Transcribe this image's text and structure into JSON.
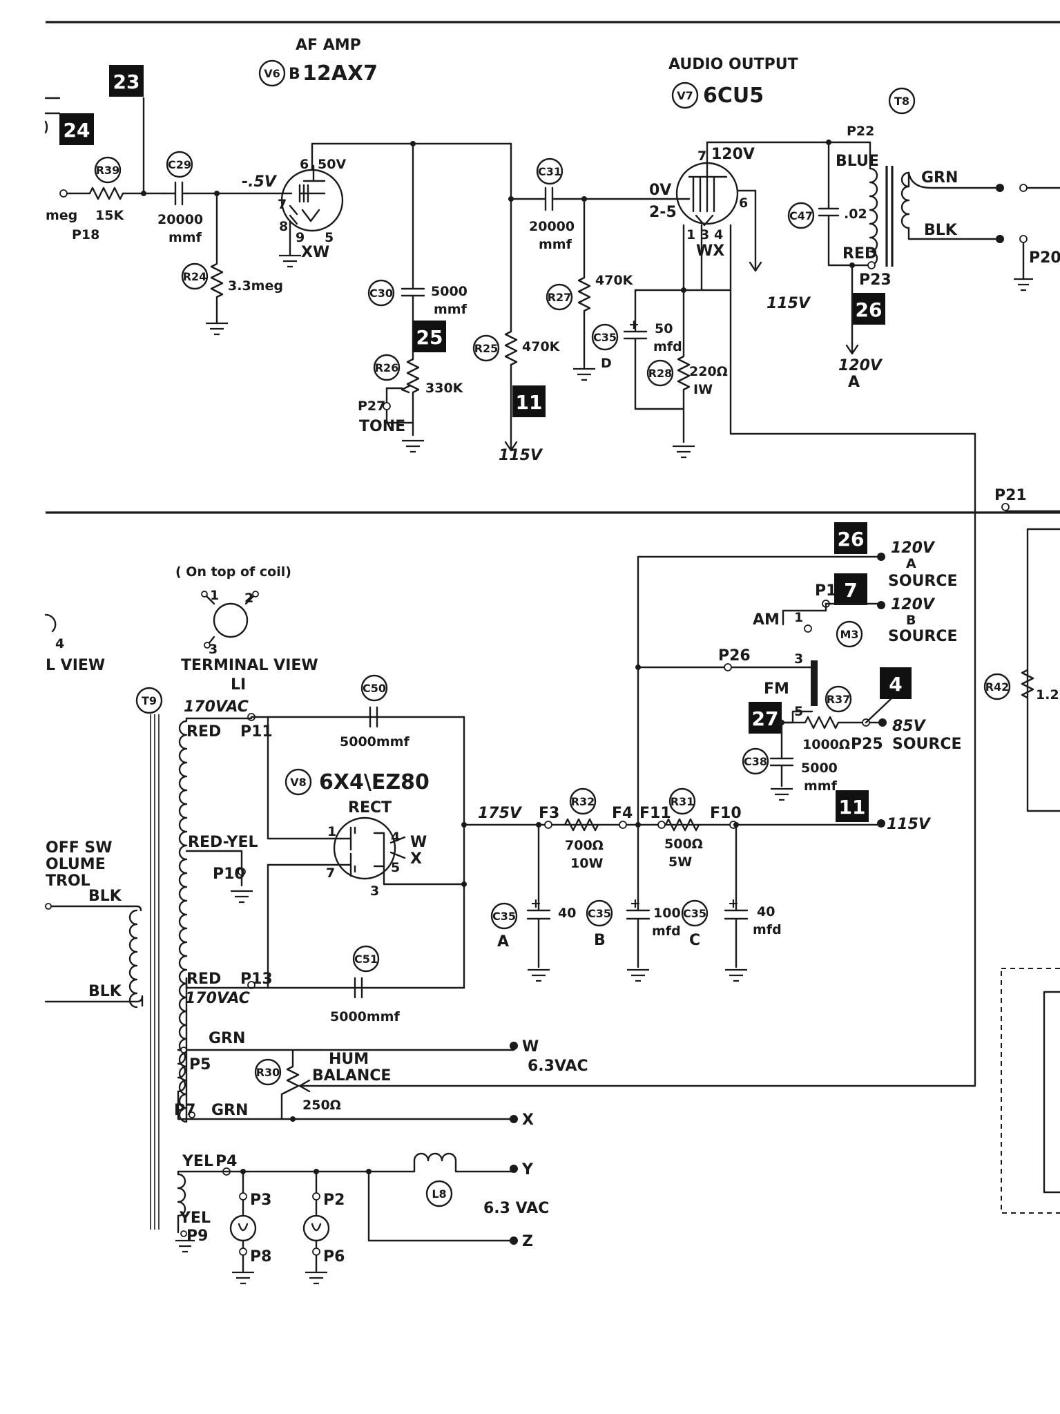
{
  "sections": {
    "af_amp_title": "AF AMP",
    "audio_output_title": "AUDIO OUTPUT"
  },
  "tubes": {
    "v6": {
      "ref": "V6",
      "suffix": "B",
      "type": "12AX7",
      "pins_label": "XW",
      "plate_v": "50V",
      "grid_v": "-.5V"
    },
    "v7": {
      "ref": "V7",
      "type": "6CU5",
      "plate_v": "120V",
      "grid_v": "0V",
      "grid_pins": "2-5",
      "pins_label": "WX"
    },
    "v8": {
      "ref": "V8",
      "type": "6X4\\EZ80",
      "func": "RECT"
    }
  },
  "badges": [
    "23",
    "24",
    "25",
    "11",
    "26",
    "26",
    "7",
    "4",
    "27",
    "11"
  ],
  "components": {
    "r39": {
      "ref": "R39",
      "value": "15K"
    },
    "c29": {
      "ref": "C29",
      "value": "20000",
      "unit": "mmf"
    },
    "r24": {
      "ref": "R24",
      "value": "3.3meg"
    },
    "c30": {
      "ref": "C30",
      "value": "5000",
      "unit": "mmf"
    },
    "r26": {
      "ref": "R26",
      "value": "330K"
    },
    "r25": {
      "ref": "R25",
      "value": "470K"
    },
    "c31": {
      "ref": "C31",
      "value": "20000",
      "unit": "mmf"
    },
    "r27": {
      "ref": "R27",
      "value": "470K"
    },
    "c35d": {
      "ref": "C35",
      "value": "50",
      "unit": "mfd",
      "section": "D"
    },
    "r28": {
      "ref": "R28",
      "value": "220Ω",
      "power": "IW"
    },
    "c47": {
      "ref": "C47",
      "value": ".02"
    },
    "t8": {
      "ref": "T8"
    },
    "t9": {
      "ref": "T9"
    },
    "c50": {
      "ref": "C50",
      "value": "5000mmf"
    },
    "c51": {
      "ref": "C51",
      "value": "5000mmf"
    },
    "r32": {
      "ref": "R32",
      "value": "700Ω",
      "power": "10W"
    },
    "r31": {
      "ref": "R31",
      "value": "500Ω",
      "power": "5W"
    },
    "c35a": {
      "ref": "C35",
      "value": "40",
      "section": "A"
    },
    "c35b": {
      "ref": "C35",
      "section": "B"
    },
    "c35c": {
      "ref": "C35",
      "value": "100",
      "unit": "mfd",
      "section": "C"
    },
    "c35e": {
      "value": "40",
      "unit": "mfd"
    },
    "r37": {
      "ref": "R37",
      "value": "1000Ω"
    },
    "c38": {
      "ref": "C38",
      "value": "5000",
      "unit": "mmf"
    },
    "r30": {
      "ref": "R30",
      "value": "250Ω"
    },
    "l8": {
      "ref": "L8"
    },
    "m3": {
      "ref": "M3"
    },
    "r42": {
      "ref": "R42",
      "value": "1.2"
    }
  },
  "points": {
    "p18": "P18",
    "p27": "P27",
    "p22": "P22",
    "p23": "P23",
    "p20": "P20",
    "p21": "P21",
    "p1": "P1",
    "p26": "P26",
    "p25": "P25",
    "p11": "P11",
    "p13": "P13",
    "p10": "P10",
    "p5": "P5",
    "p7": "P7",
    "p4": "P4",
    "p3": "P3",
    "p2": "P2",
    "p8": "P8",
    "p6": "P6",
    "p9": "P9",
    "f3": "F3",
    "f4": "F4",
    "f11": "F11",
    "f10": "F10"
  },
  "labels": {
    "meg_frag": "meg",
    "tone": "TONE",
    "v115": "115V",
    "v120a": "120V",
    "a": "A",
    "blue": "BLUE",
    "red": "RED",
    "grn": "GRN",
    "blk": "BLK",
    "on_top": "( On top of coil)",
    "terminal_view": "TERMINAL VIEW",
    "li": "LI",
    "l_view": "L VIEW",
    "vac170": "170VAC",
    "red_yel": "RED-YEL",
    "off_sw": "OFF SW",
    "volume": "OLUME",
    "trol": "TROL",
    "v175": "175V",
    "am": "AM",
    "fm": "FM",
    "source120a_v": "120V",
    "source120a_l": "A",
    "source": "SOURCE",
    "source120b_v": "120V",
    "source120b_l": "B",
    "v85": "85V",
    "hum": "HUM",
    "balance": "BALANCE",
    "w": "W",
    "x": "X",
    "y": "Y",
    "z": "Z",
    "vac63_a": "6.3VAC",
    "vac63_b": "6.3 VAC",
    "yel": "YEL"
  }
}
